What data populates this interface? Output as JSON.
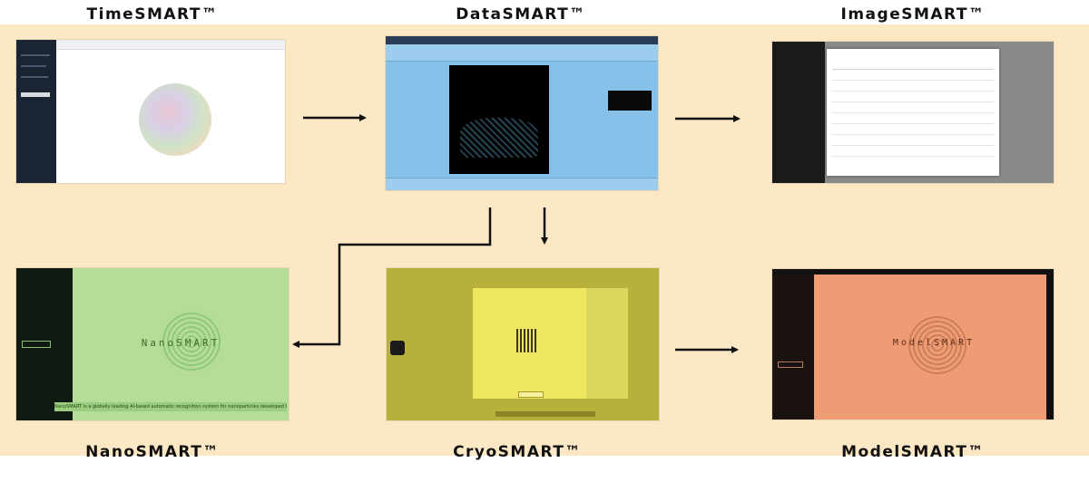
{
  "products": {
    "timesmart": {
      "label": "TimeSMART™"
    },
    "datasmart": {
      "label": "DataSMART™"
    },
    "imagesmart": {
      "label": "ImageSMART™"
    },
    "nanosmart": {
      "label": "NanoSMART™",
      "overlay_title": "NanoSMART",
      "caption": "NanoSMART is a globally leading AI-based automatic recognition system for nanoparticles developed by Shuimu."
    },
    "cryosmart": {
      "label": "CryoSMART™"
    },
    "modelsmart": {
      "label": "ModelSMART™",
      "overlay_title": "ModelSMART"
    }
  },
  "colors": {
    "panel_bg": "#fce8c4",
    "arrow": "#111111",
    "timesmart_sidebar": "#1b2433",
    "datasmart_bg": "#86c1ea",
    "imagesmart_bg": "#1a1a1a",
    "nanosmart_bg": "#b6dd98",
    "cryosmart_bg": "#b7b03a",
    "cryosmart_center": "#efe660",
    "modelsmart_bg": "#ef9c74"
  }
}
